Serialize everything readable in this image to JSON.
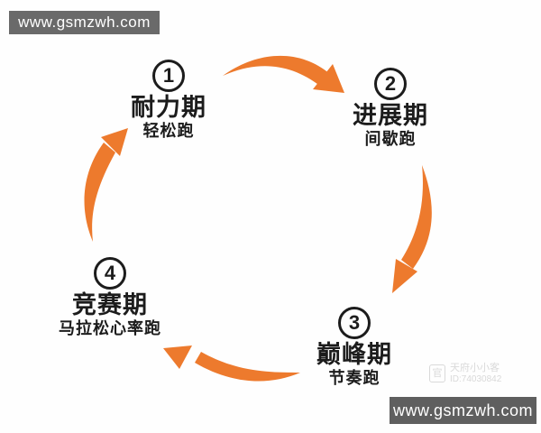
{
  "watermarks": {
    "top_left_text": "www.gsmzwh.com",
    "bottom_right_text": "www.gsmzwh.com",
    "bar_color_top": "#6a6a6a",
    "bar_color_bottom": "#5f5f5f",
    "text_color": "#ffffff"
  },
  "credit": {
    "icon_char": "官",
    "name": "天府小小客",
    "id": "ID:74030842"
  },
  "cycle": {
    "type": "cycle-diagram",
    "arrow_color": "#ED7A2D",
    "text_color": "#1c1c1c",
    "stages": [
      {
        "number": "1",
        "name": "耐力期",
        "sub": "轻松跑"
      },
      {
        "number": "2",
        "name": "进展期",
        "sub": "间歇跑"
      },
      {
        "number": "3",
        "name": "巅峰期",
        "sub": "节奏跑"
      },
      {
        "number": "4",
        "name": "竞赛期",
        "sub": "马拉松心率跑"
      }
    ]
  }
}
